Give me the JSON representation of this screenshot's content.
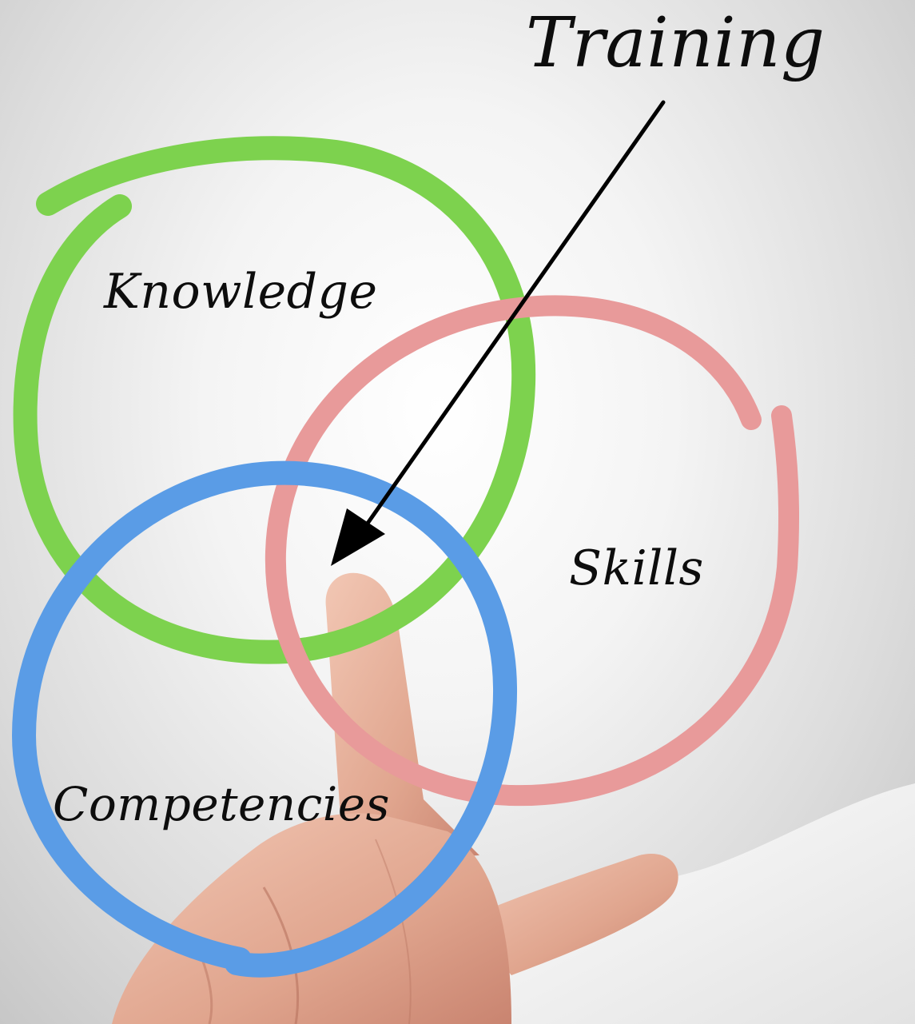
{
  "diagram": {
    "title": "Training",
    "circles": [
      {
        "label": "Knowledge",
        "color": "#7dd24e"
      },
      {
        "label": "Skills",
        "color": "#e89a9a"
      },
      {
        "label": "Competencies",
        "color": "#5a9ce6"
      }
    ],
    "arrow_color": "#000000",
    "background_color": "#ececec"
  }
}
